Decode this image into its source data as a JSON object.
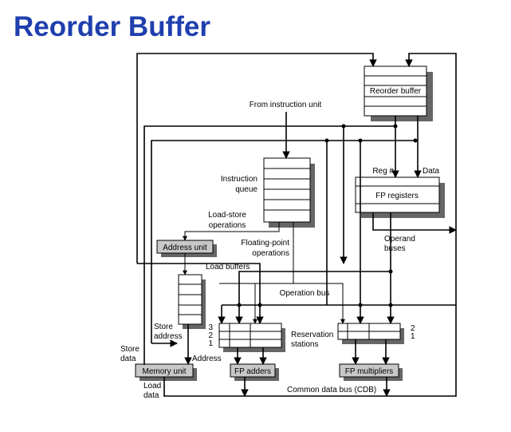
{
  "title": "Reorder Buffer",
  "colors": {
    "title": "#1f3fae",
    "unit_fill": "#c8c8c8",
    "shadow": "#666666"
  },
  "units": {
    "reorder_buffer": "Reorder buffer",
    "fp_registers": "FP registers",
    "address_unit": "Address unit",
    "memory_unit": "Memory unit",
    "fp_adders": "FP adders",
    "fp_multipliers": "FP multipliers"
  },
  "labels": {
    "from_instruction_unit": "From instruction unit",
    "instruction": "Instruction",
    "queue": "queue",
    "reg_num": "Reg #",
    "data": "Data",
    "load_store": "Load-store",
    "operations": "operations",
    "operand": "Operand",
    "buses": "buses",
    "floating_point": "Floating-point",
    "fp_operations": "operations",
    "load_buffers": "Load buffers",
    "operation_bus": "Operation bus",
    "store": "Store",
    "address_lower": "address",
    "store_top": "Store",
    "data_lower": "data",
    "address": "Address",
    "reservation": "Reservation",
    "stations": "stations",
    "rs_3": "3",
    "rs_2": "2",
    "rs_1": "1",
    "rs_m2": "2",
    "rs_m1": "1",
    "load": "Load",
    "load_data": "data",
    "cdb": "Common data bus (CDB)"
  }
}
